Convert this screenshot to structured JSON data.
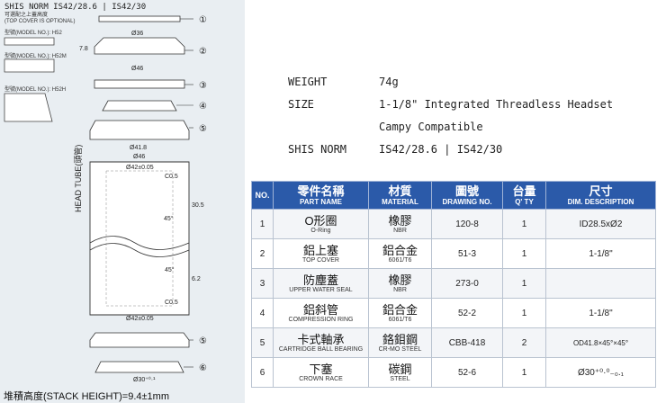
{
  "drawing": {
    "header": "SHIS NORM   IS42/28.6 | IS42/30",
    "note_line1": "可選配之上蓋高度",
    "note_line2": "(TOP COVER IS OPTIONAL)",
    "models": [
      "型號(MODEL NO.): H52",
      "型號(MODEL NO.): H52M",
      "型號(MODEL NO.): H52H"
    ],
    "head_tube": "HEAD TUBE(頭管)",
    "stack_height": "堆積高度(STACK HEIGHT)=9.4±1mm",
    "dims": {
      "d36": "Ø36",
      "d46": "Ø46",
      "h78": "7.8",
      "d418": "Ø41.8",
      "d46b": "Ø46",
      "d42a": "Ø42±0.05",
      "c05a": "C0.5",
      "a45a": "45°",
      "h30": "30.5",
      "a45b": "45°",
      "h62": "6.2",
      "c05b": "C0.5",
      "d42b": "Ø42±0.05",
      "d30": "Ø30⁺⁰·¹"
    },
    "callouts": [
      "①",
      "②",
      "③",
      "④",
      "⑤",
      "⑤",
      "⑥"
    ]
  },
  "specs": [
    {
      "label": "WEIGHT",
      "value": "74g"
    },
    {
      "label": "SIZE",
      "value": "1-1/8\" Integrated Threadless Headset"
    },
    {
      "label": "",
      "value": "Campy Compatible"
    },
    {
      "label": "SHIS NORM",
      "value": "IS42/28.6 | IS42/30"
    }
  ],
  "table": {
    "headers": [
      {
        "zh": "NO.",
        "en": ""
      },
      {
        "zh": "零件名稱",
        "en": "PART NAME"
      },
      {
        "zh": "材質",
        "en": "MATERIAL"
      },
      {
        "zh": "圖號",
        "en": "DRAWING NO."
      },
      {
        "zh": "台量",
        "en": "Q' TY"
      },
      {
        "zh": "尺寸",
        "en": "DIM. DESCRIPTION"
      }
    ],
    "rows": [
      {
        "no": "1",
        "name_zh": "O形圈",
        "name_en": "O-Ring",
        "mat_zh": "橡膠",
        "mat_en": "NBR",
        "drawing": "120-8",
        "qty": "1",
        "dim": "ID28.5xØ2"
      },
      {
        "no": "2",
        "name_zh": "鋁上塞",
        "name_en": "TOP COVER",
        "mat_zh": "鋁合金",
        "mat_en": "6061/T6",
        "drawing": "51-3",
        "qty": "1",
        "dim": "1-1/8\""
      },
      {
        "no": "3",
        "name_zh": "防塵蓋",
        "name_en": "UPPER WATER SEAL",
        "mat_zh": "橡膠",
        "mat_en": "NBR",
        "drawing": "273-0",
        "qty": "1",
        "dim": ""
      },
      {
        "no": "4",
        "name_zh": "鋁斜管",
        "name_en": "COMPRESSION RING",
        "mat_zh": "鋁合金",
        "mat_en": "6061/T6",
        "drawing": "52-2",
        "qty": "1",
        "dim": "1-1/8\""
      },
      {
        "no": "5",
        "name_zh": "卡式軸承",
        "name_en": "CARTRIDGE BALL BEARING",
        "mat_zh": "鉻鉬鋼",
        "mat_en": "CR-MO STEEL",
        "drawing": "CBB-418",
        "qty": "2",
        "dim": "OD41.8×45°×45°"
      },
      {
        "no": "6",
        "name_zh": "下塞",
        "name_en": "CROWN RACE",
        "mat_zh": "碳鋼",
        "mat_en": "STEEL",
        "drawing": "52-6",
        "qty": "1",
        "dim": "Ø30⁺⁰·⁰₋₀.₁"
      }
    ]
  }
}
